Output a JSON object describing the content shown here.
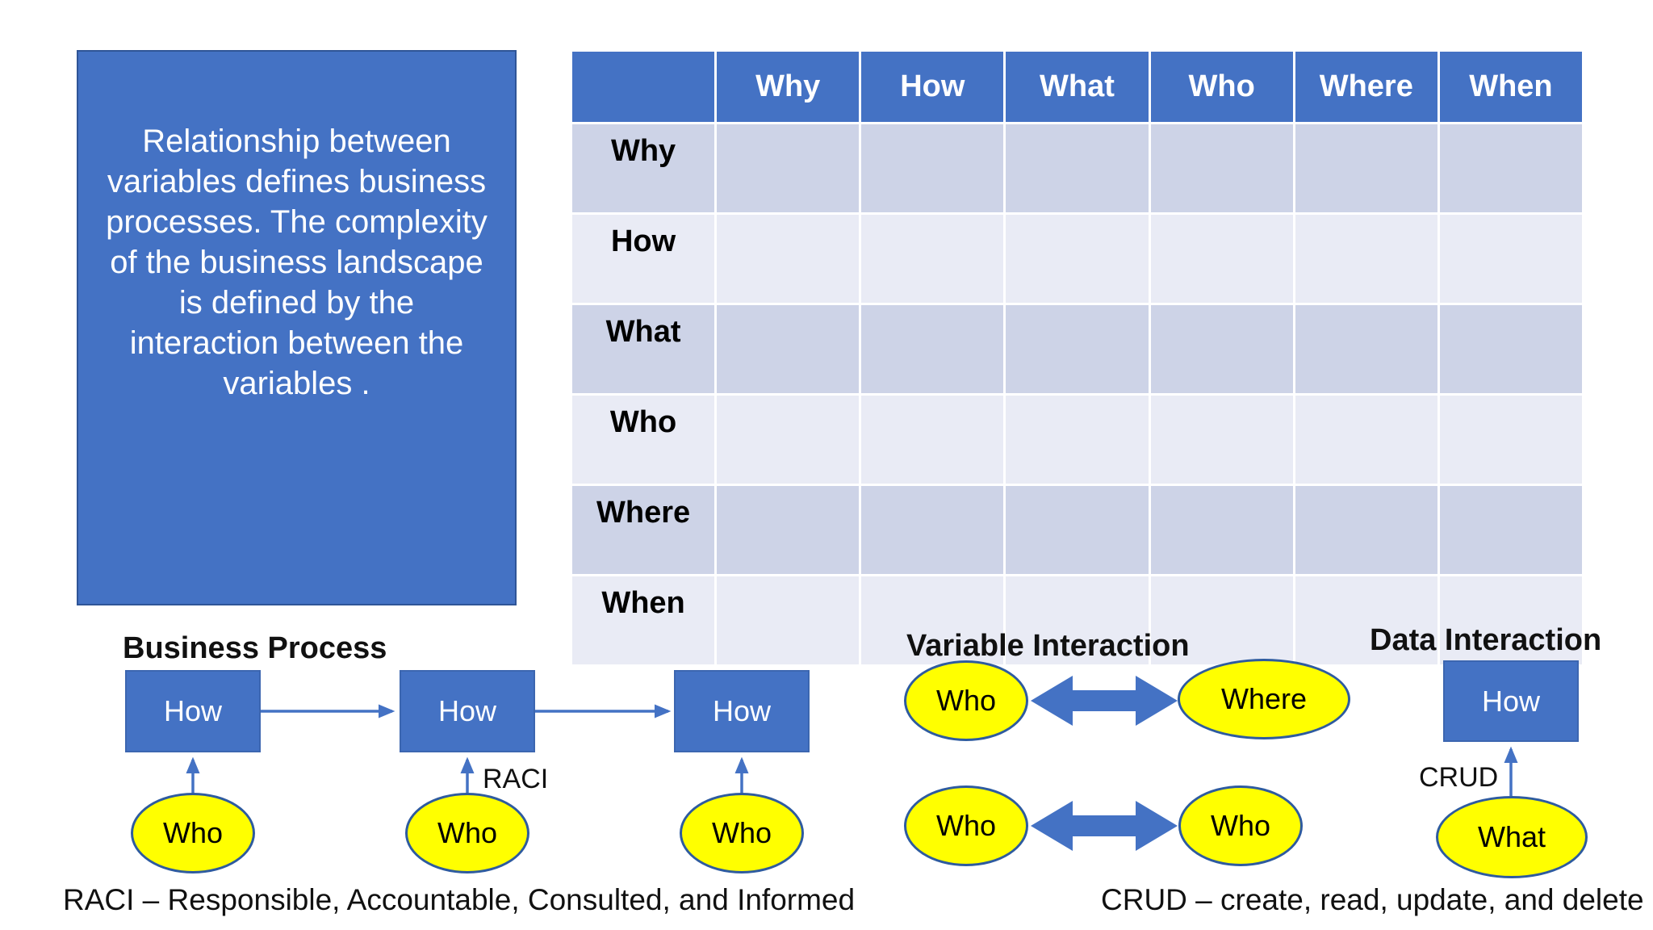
{
  "textbox": {
    "text": "Relationship between variables defines business processes. The complexity of the business landscape is defined by the interaction between the variables ."
  },
  "table": {
    "col_headers": [
      "",
      "Why",
      "How",
      "What",
      "Who",
      "Where",
      "When"
    ],
    "row_headers": [
      "Why",
      "How",
      "What",
      "Who",
      "Where",
      "When"
    ]
  },
  "business_process": {
    "title": "Business Process",
    "boxes": [
      "How",
      "How",
      "How"
    ],
    "ellipses": [
      "Who",
      "Who",
      "Who"
    ],
    "arrow_label": "RACI",
    "footnote": "RACI – Responsible, Accountable, Consulted, and Informed"
  },
  "variable_interaction": {
    "title": "Variable Interaction",
    "pairs": [
      {
        "left": "Who",
        "right": "Where"
      },
      {
        "left": "Who",
        "right": "Who"
      }
    ]
  },
  "data_interaction": {
    "title": "Data Interaction",
    "box": "How",
    "ellipse": "What",
    "arrow_label": "CRUD",
    "footnote": "CRUD – create, read, update, and delete"
  },
  "colors": {
    "shape_blue": "#4472C4",
    "shape_blue_border": "#2F5597",
    "ellipse_yellow": "#FFFF00",
    "ellipse_border": "#2E5B9F",
    "table_header_blue": "#4472C4",
    "row_dark": "#CDD3E7",
    "row_light": "#E9EBF5",
    "text_dark": "#111111",
    "text_white": "#FFFFFF"
  }
}
